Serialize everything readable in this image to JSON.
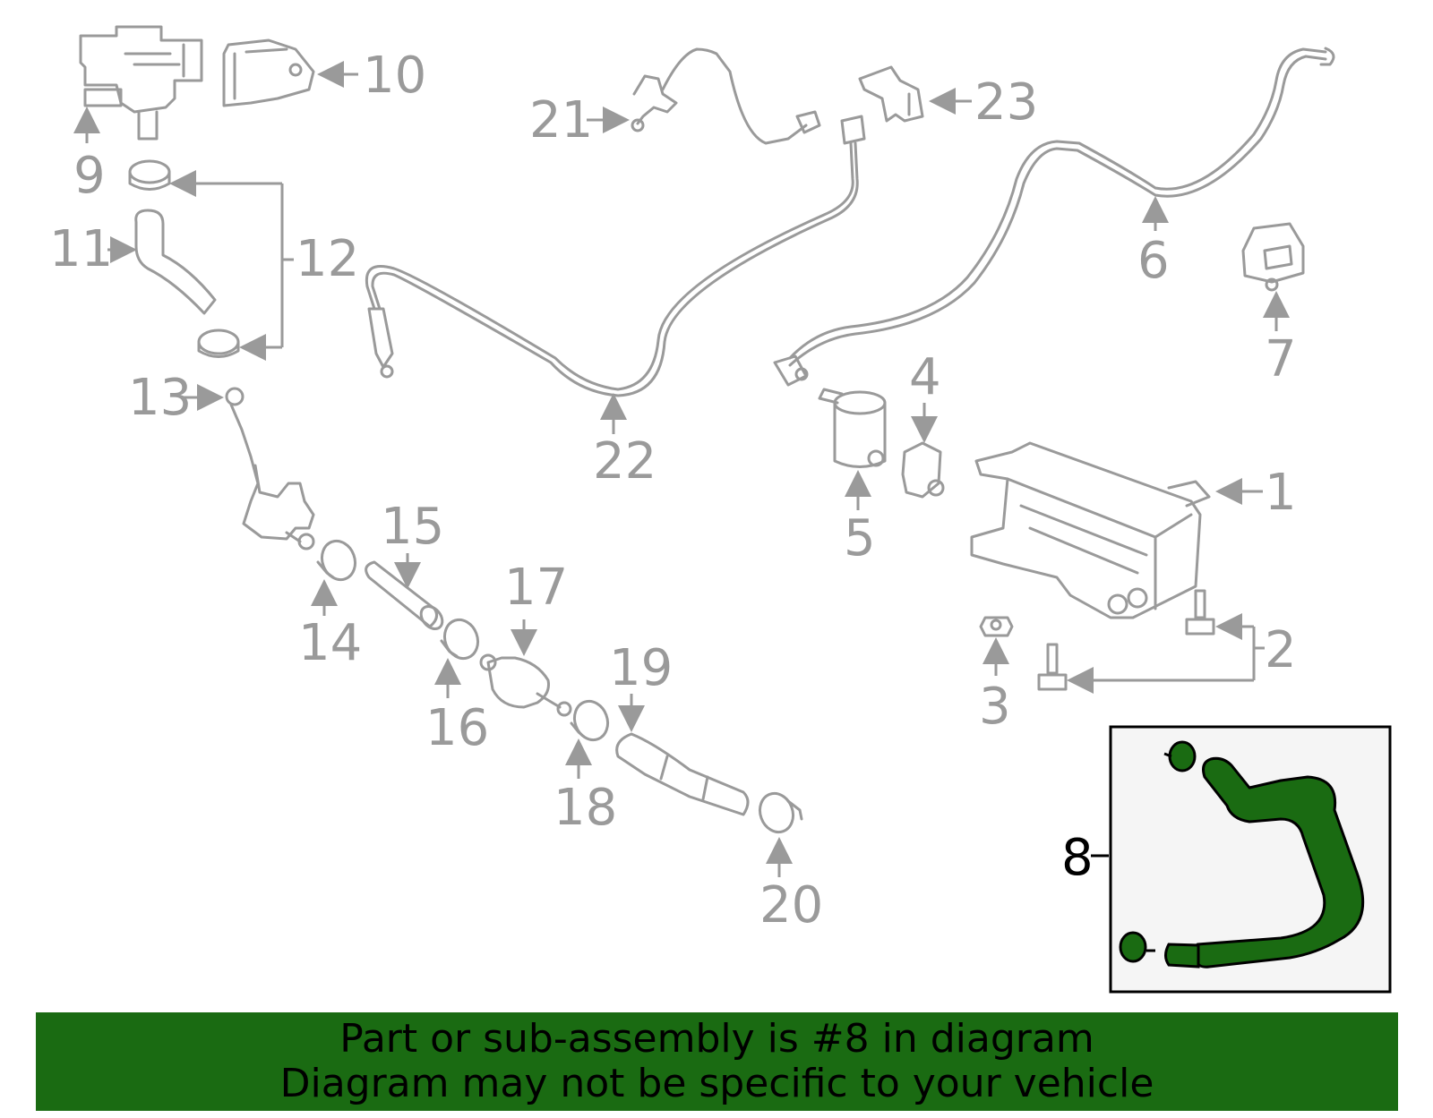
{
  "diagram": {
    "callouts": {
      "c1": "1",
      "c2": "2",
      "c3": "3",
      "c4": "4",
      "c5": "5",
      "c6": "6",
      "c7": "7",
      "c8": "8",
      "c9": "9",
      "c10": "10",
      "c11": "11",
      "c12": "12",
      "c13": "13",
      "c14": "14",
      "c15": "15",
      "c16": "16",
      "c17": "17",
      "c18": "18",
      "c19": "19",
      "c20": "20",
      "c21": "21",
      "c22": "22",
      "c23": "23"
    },
    "highlight_part": "8",
    "colors": {
      "line_art": "#9a9a9a",
      "highlight": "#1a6b12",
      "inset_bg": "#f5f5f5"
    }
  },
  "banner": {
    "line1": "Part or sub-assembly is #8 in diagram",
    "line2": "Diagram may not be specific to your vehicle"
  }
}
